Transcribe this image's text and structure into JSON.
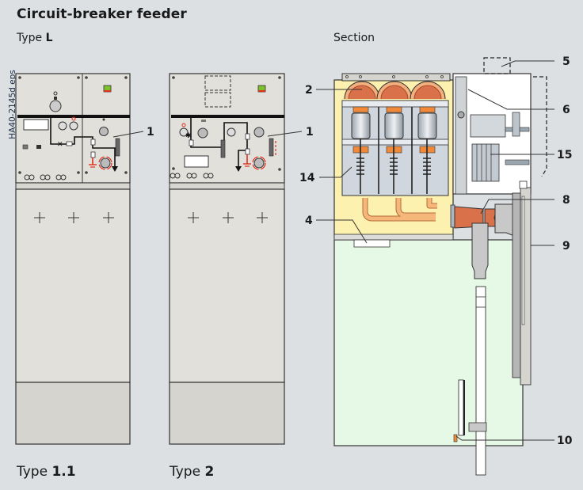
{
  "title": "Circuit-breaker feeder",
  "subtitle_left": {
    "prefix": "Type ",
    "bold": "L"
  },
  "subtitle_right": "Section",
  "figure_id": "HA40-2145d eps",
  "captions": [
    {
      "prefix": "Type ",
      "bold": "1.1"
    },
    {
      "prefix": "Type ",
      "bold": "2"
    }
  ],
  "callouts_type11": [
    "1"
  ],
  "callouts_type2": [
    "1"
  ],
  "callouts_section": {
    "left": [
      "2",
      "14",
      "4"
    ],
    "right": [
      "5",
      "6",
      "15",
      "8",
      "9",
      "10"
    ]
  },
  "colors": {
    "background": "#dce0e3",
    "panel": "#e2e0db",
    "panel_lower": "#d6d4cf",
    "gas_tank": "#fdf1b0",
    "cable_compartment": "#e6f8e6",
    "copper": "#d9714a",
    "busbar": "#f5b87a",
    "earth_red": "#e0301e",
    "indicator_green": "#7cc02a"
  }
}
